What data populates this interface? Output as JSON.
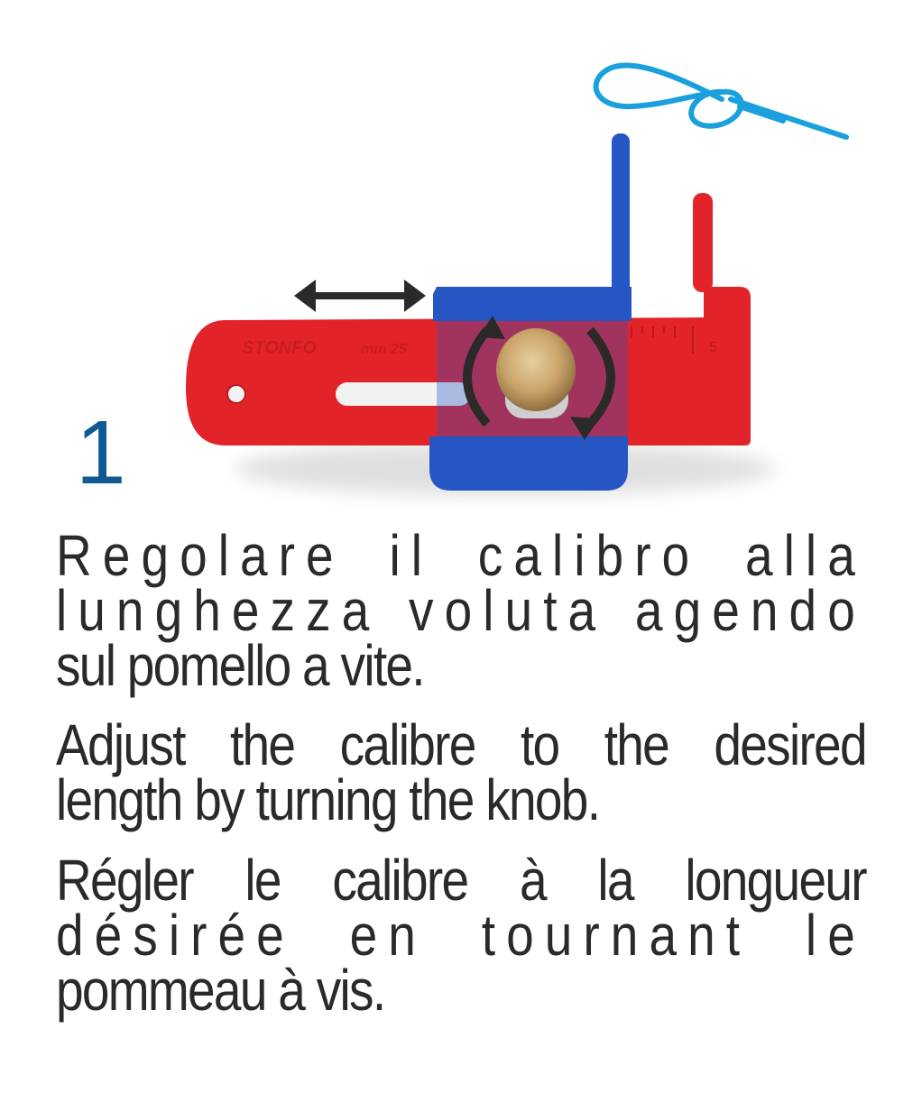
{
  "step": {
    "number": "1",
    "number_color": "#0f5a94"
  },
  "illustration": {
    "product_label": "STONFO",
    "scale_label": "mm 25",
    "scale_end_label": "5",
    "icons": [
      "double-headed-horizontal-arrow-icon",
      "rotate-arrows-icon",
      "knot-loop-icon"
    ],
    "colors": {
      "body_red": "#e3232a",
      "slider_blue": "#2556c4",
      "knob_brass": "#c9a46a",
      "arrow_dark": "#2b2a29",
      "knot_line": "#1aa0dc"
    }
  },
  "instructions": {
    "italian": {
      "lines": [
        "Regolare il calibro alla",
        "lunghezza voluta agendo",
        "sul pomello a vite."
      ]
    },
    "english": {
      "lines": [
        "Adjust the calibre to the desired",
        "length by turning the knob."
      ]
    },
    "french": {
      "lines": [
        "Régler le calibre à la longueur",
        "désirée en tournant le",
        "pommeau à vis."
      ]
    }
  }
}
